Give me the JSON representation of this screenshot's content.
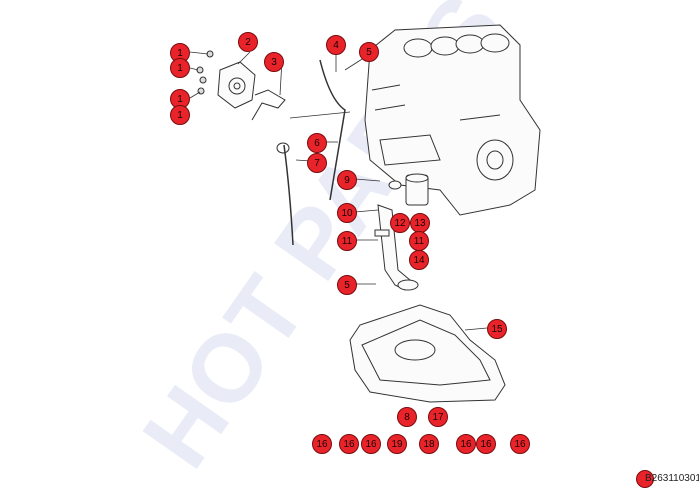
{
  "watermark": "HOT PARTS",
  "reference_code": "B263110301",
  "callouts": [
    "1",
    "1",
    "1",
    "1",
    "2",
    "3",
    "4",
    "5",
    "6",
    "7",
    "9",
    "10",
    "12",
    "13",
    "11",
    "11",
    "14",
    "5",
    "15",
    "16",
    "16",
    "16",
    "19",
    "18",
    "8",
    "17",
    "16",
    "16",
    "16"
  ],
  "colors": {
    "callout_fill": "#e8242a",
    "callout_border": "#7a0b0e",
    "line": "#333333",
    "watermark": "#e9ecf7"
  }
}
